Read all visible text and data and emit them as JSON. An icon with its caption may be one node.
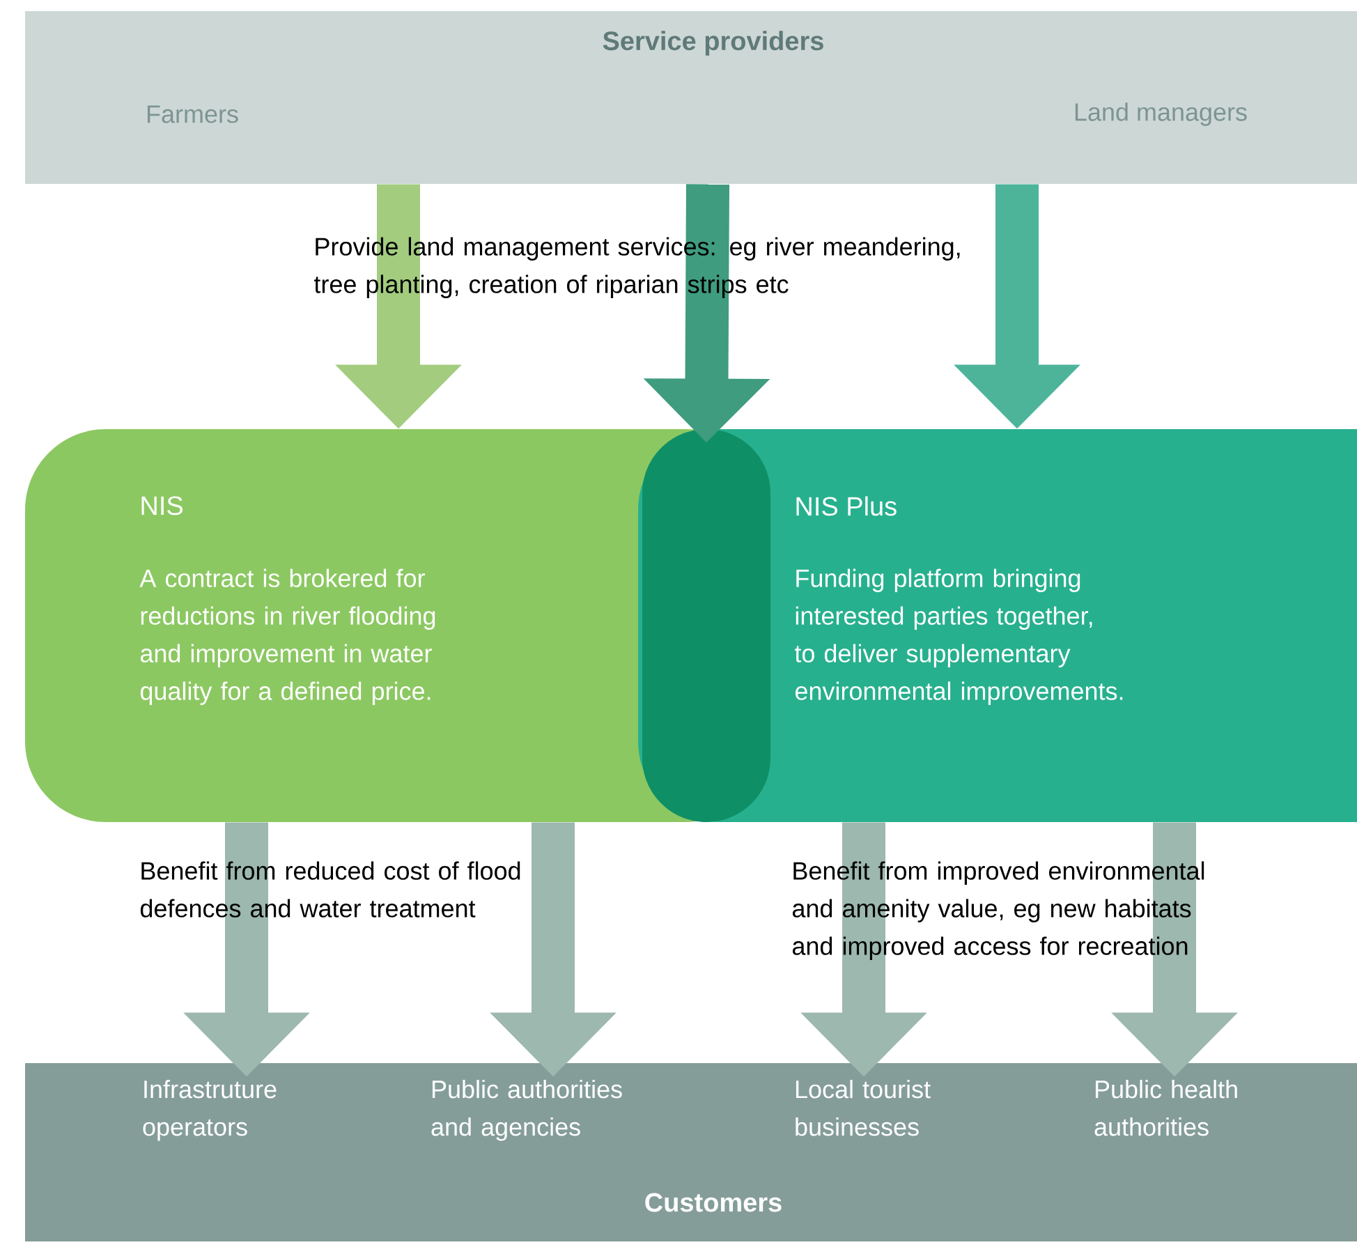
{
  "diagram": {
    "nodes": [
      {
        "text": [
          "Service providers",
          "Farmers",
          "Land managers"
        ]
      },
      {
        "text": [
          "NIS",
          "A contract is brokered for reductions in river flooding and improvement in water quality for a defined price."
        ]
      },
      {
        "text": [
          "NIS Plus",
          "Funding platform bringing interested parties together, to deliver supplementary environmental improvements."
        ]
      },
      {
        "text": [],
        "shape": "lens"
      },
      {
        "text": [
          "Customers"
        ]
      },
      {
        "text": [
          "Infrastruture operators"
        ],
        "in": 4
      },
      {
        "text": [
          "Public authorities and agencies"
        ],
        "in": 4
      },
      {
        "text": [
          "Local tourist businesses"
        ],
        "in": 4
      },
      {
        "text": [
          "Public health authorities"
        ],
        "in": 4
      }
    ],
    "edges": [
      {
        "from": 0,
        "to": 1,
        "arrow": "to",
        "color": "#a3cc7f"
      },
      {
        "from": 0,
        "to": 3,
        "arrow": "to",
        "color": "#3f9c7f"
      },
      {
        "from": 0,
        "to": 2,
        "arrow": "to",
        "color": "#4db49a"
      },
      {
        "from": 1,
        "to": 5,
        "arrow": "to"
      },
      {
        "from": 1,
        "to": 6,
        "arrow": "to"
      },
      {
        "from": 2,
        "to": 7,
        "arrow": "to"
      },
      {
        "from": 2,
        "to": 8,
        "arrow": "to"
      }
    ],
    "labels": [
      "Provide land management services: eg river meandering, tree planting, creation of riparian strips etc",
      "Benefit from reduced cost of flood defences and water treatment",
      "Benefit from improved environmental and amenity value, eg new habitats and improved access for recreation"
    ]
  }
}
